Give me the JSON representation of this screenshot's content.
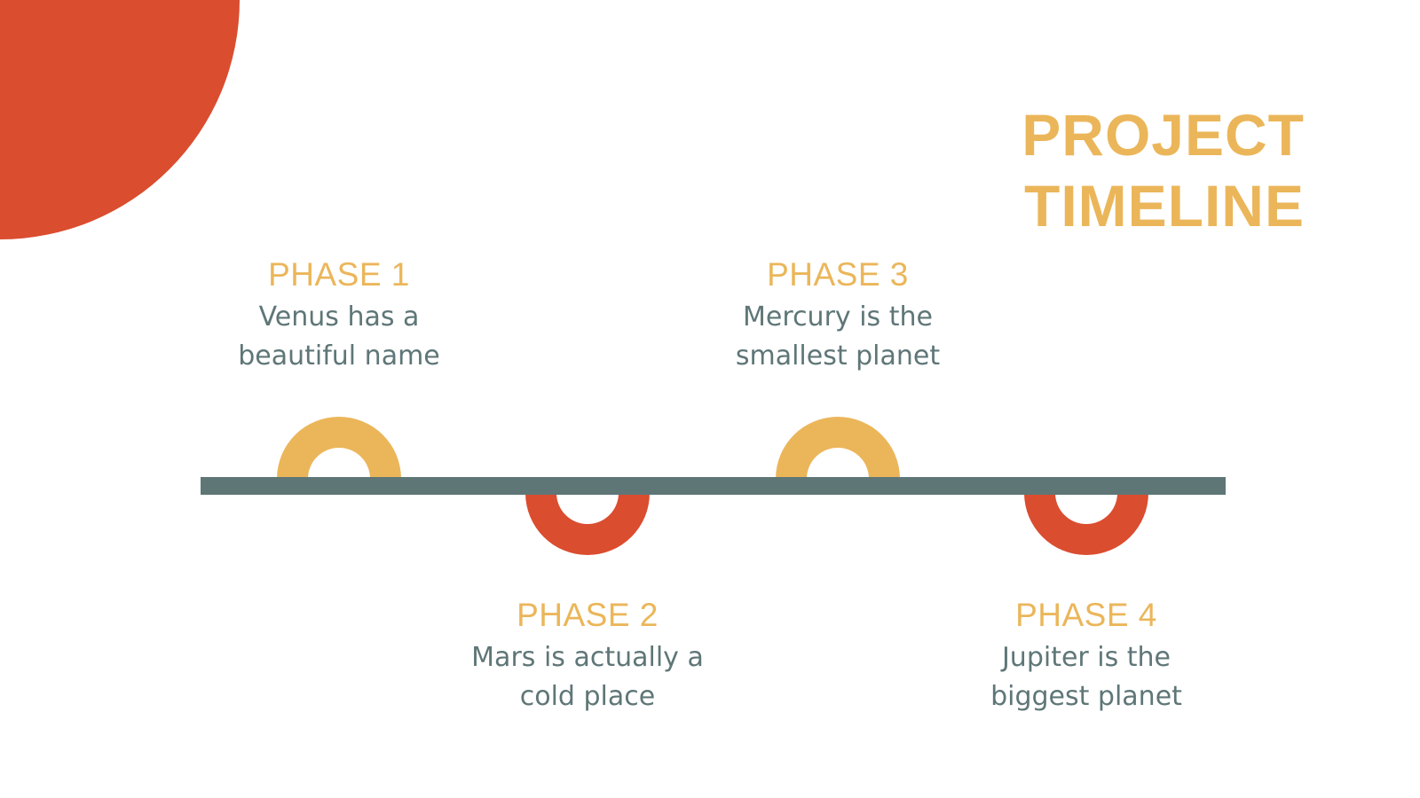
{
  "slide": {
    "title": "PROJECT TIMELINE"
  },
  "colors": {
    "accent_yellow": "#ebb65a",
    "accent_red": "#da4d2f",
    "track_gray": "#5f7677",
    "background": "#ffffff"
  },
  "phases": [
    {
      "label": "PHASE 1",
      "line1": "Venus has a",
      "line2": "beautiful name",
      "marker_color": "yellow",
      "position": "above"
    },
    {
      "label": "PHASE 2",
      "line1": "Mars is actually a",
      "line2": "cold place",
      "marker_color": "red",
      "position": "below"
    },
    {
      "label": "PHASE 3",
      "line1": "Mercury is the",
      "line2": "smallest planet",
      "marker_color": "yellow",
      "position": "above"
    },
    {
      "label": "PHASE 4",
      "line1": "Jupiter is the",
      "line2": "biggest planet",
      "marker_color": "red",
      "position": "below"
    }
  ]
}
